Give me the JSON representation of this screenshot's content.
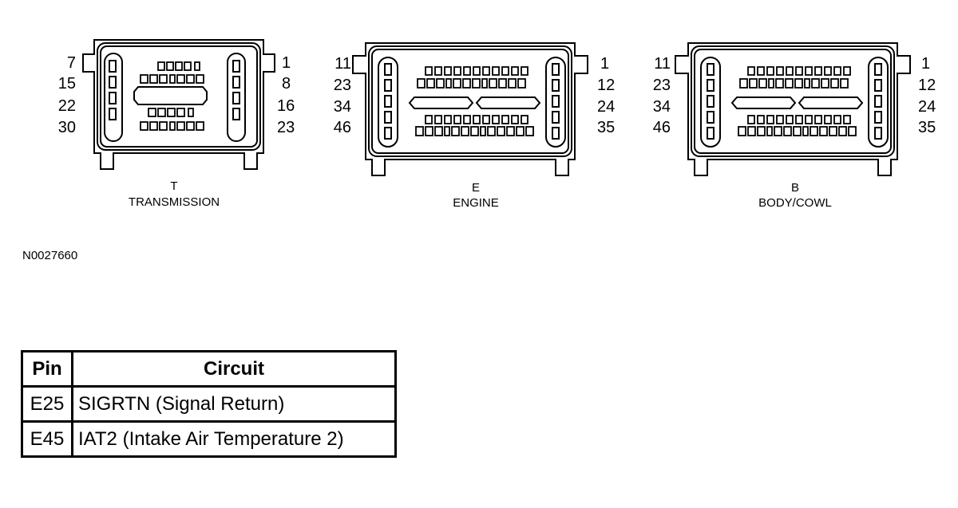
{
  "connectors": [
    {
      "letter": "T",
      "name": "TRANSMISSION",
      "left_pins": [
        "7",
        "15",
        "22",
        "30"
      ],
      "right_pins": [
        "1",
        "8",
        "16",
        "23"
      ]
    },
    {
      "letter": "E",
      "name": "ENGINE",
      "left_pins": [
        "11",
        "23",
        "34",
        "46"
      ],
      "right_pins": [
        "1",
        "12",
        "24",
        "35"
      ]
    },
    {
      "letter": "B",
      "name": "BODY/COWL",
      "left_pins": [
        "11",
        "23",
        "34",
        "46"
      ],
      "right_pins": [
        "1",
        "12",
        "24",
        "35"
      ]
    }
  ],
  "figure_id": "N0027660",
  "table": {
    "headers": {
      "pin": "Pin",
      "circuit": "Circuit"
    },
    "rows": [
      {
        "pin": "E25",
        "circuit": "SIGRTN (Signal Return)"
      },
      {
        "pin": "E45",
        "circuit": "IAT2 (Intake Air Temperature 2)"
      }
    ]
  }
}
